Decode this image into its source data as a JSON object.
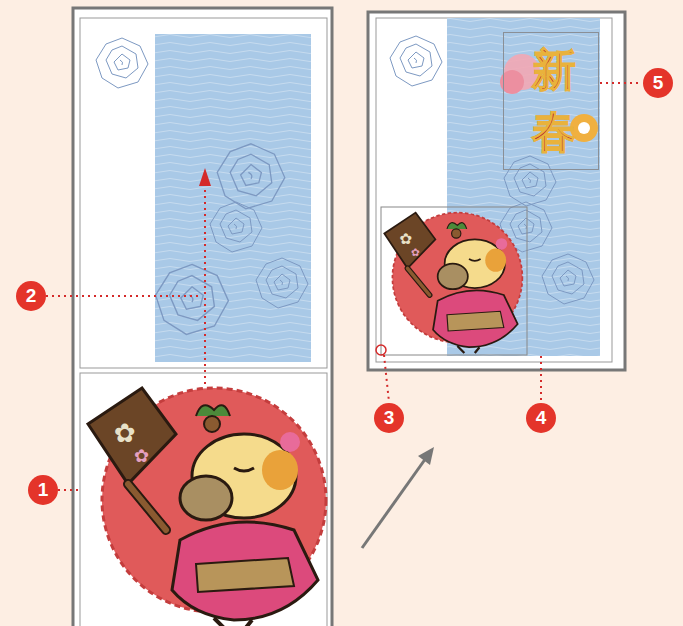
{
  "diagram": {
    "nodes": [
      {
        "text": [
          "新 春"
        ]
      }
    ],
    "labels": [
      "1",
      "2",
      "3",
      "4",
      "5"
    ]
  }
}
